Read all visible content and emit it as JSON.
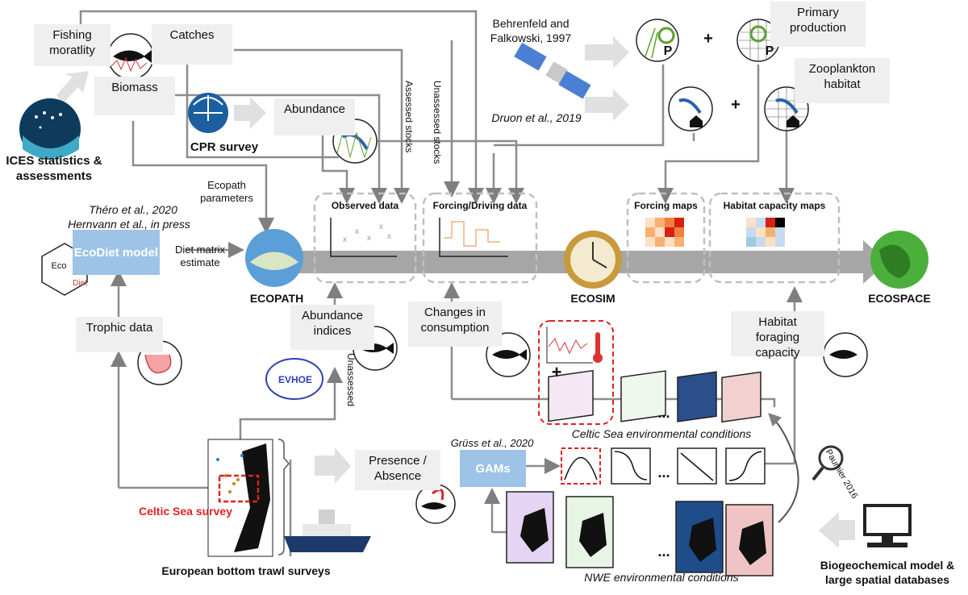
{
  "labels": {
    "fishing_mortality": "Fishing moratlity",
    "catches": "Catches",
    "biomass": "Biomass",
    "ices": "ICES statistics & assessments",
    "cpr": "CPR survey",
    "abundance": "Abundance",
    "assessed": "Assessed stocks",
    "unassessed_stocks": "Unassessed stocks",
    "behrenfeld": "Behrenfeld and Falkowski, 1997",
    "druon": "Druon et al., 2019",
    "primary_production": "Primary production",
    "zooplankton_habitat": "Zooplankton habitat",
    "ecopath_params": "Ecopath parameters",
    "thero": "Théro et al., 2020",
    "hernvann": "Hernvann et al., in press",
    "ecodiet": "EcoDiet model",
    "diet_matrix": "Diet matrix estimate",
    "ecopath": "ECOPATH",
    "observed_data": "Observed data",
    "forcing_data": "Forcing/Driving data",
    "ecosim": "ECOSIM",
    "forcing_maps": "Forcing maps",
    "habitat_maps": "Habitat capacity maps",
    "ecospace": "ECOSPACE",
    "trophic_data": "Trophic data",
    "abundance_indices": "Abundance indices",
    "unassessed": "Unassessed",
    "changes": "Changes in consumption",
    "habitat_foraging": "Habitat foraging capacity",
    "celtic_env": "Celtic Sea environmental conditions",
    "gruss": "Grüss et al., 2020",
    "presence": "Presence / Absence",
    "gams": "GAMs",
    "paumier": "Paumier 2016",
    "celtic_survey": "Celtic Sea survey",
    "european": "European bottom trawl surveys",
    "nwe_env": "NWE environmental conditions",
    "biogeo": "Biogeochemical model & large spatial databases",
    "plus": "+",
    "dots": "...",
    "p": "P",
    "eco_hex": "Eco",
    "diet_hex": "Diet",
    "evhoe": "EVHOE"
  },
  "colors": {
    "arrow_gray": "#a6a6a6",
    "label_bg": "#efefef",
    "blue_box": "#9dc3e6",
    "red_accent": "#e02020"
  }
}
